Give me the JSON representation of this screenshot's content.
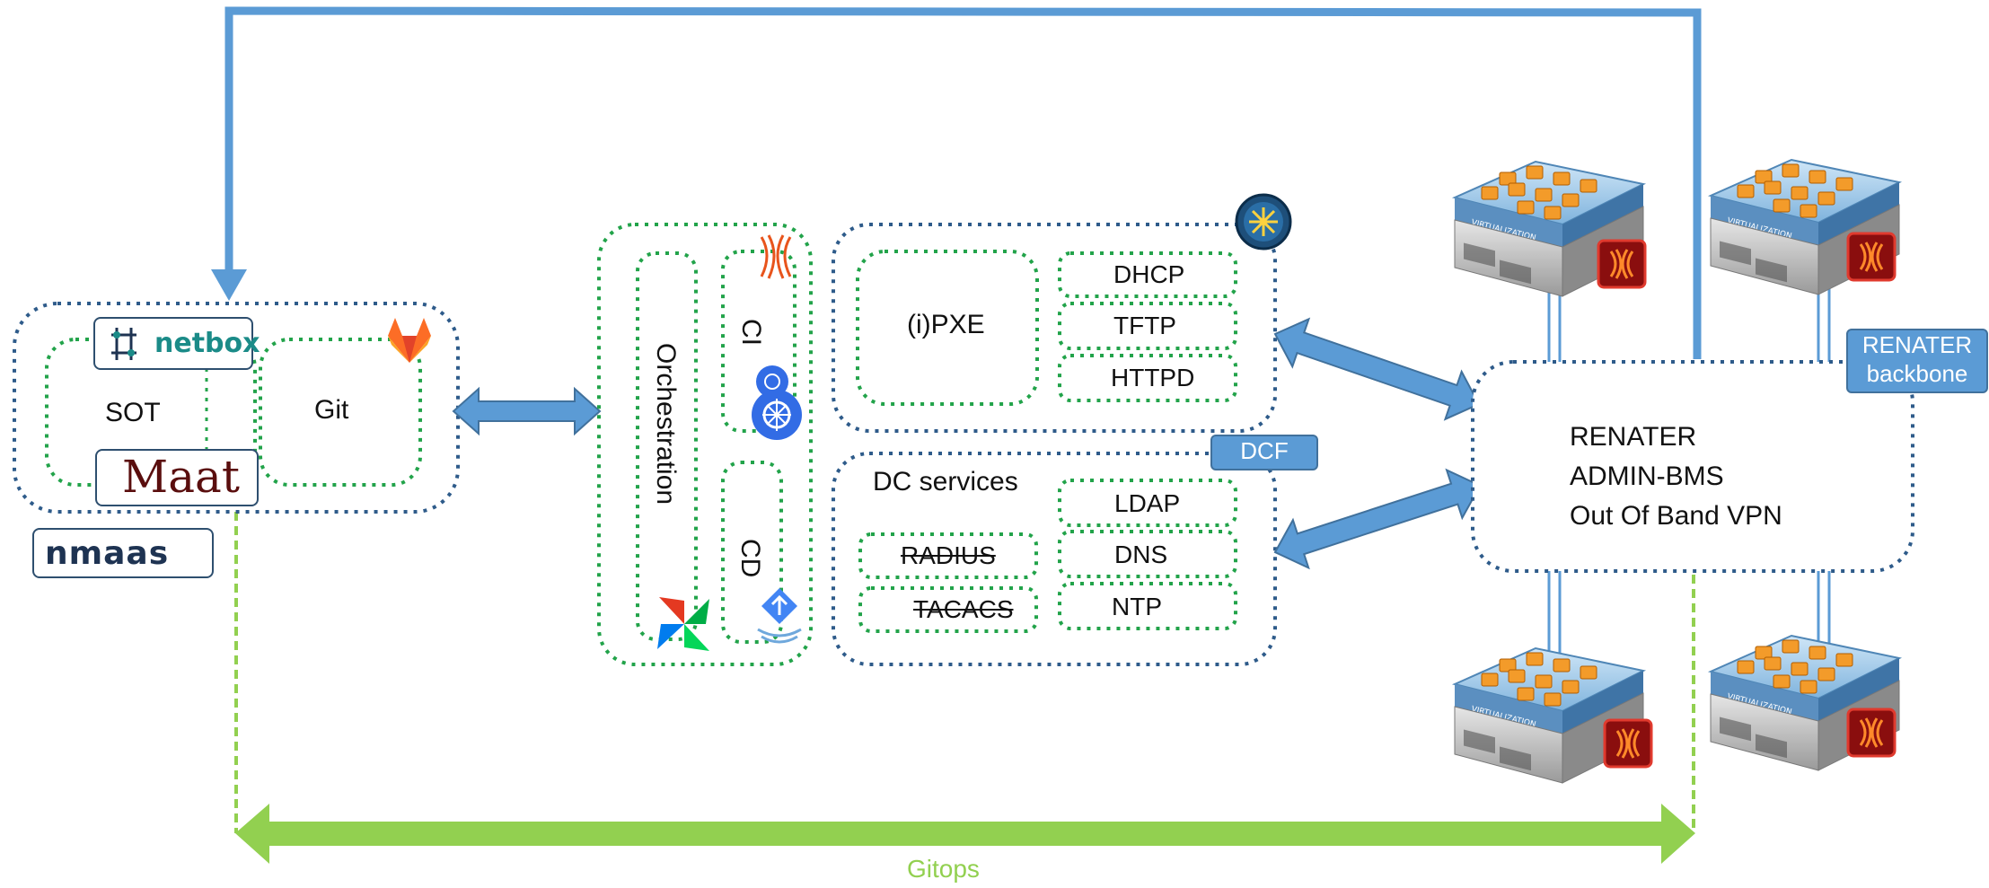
{
  "labels": {
    "sot": "SOT",
    "git": "Git",
    "orchestration": "Orchestration",
    "ci": "CI",
    "cd": "CD",
    "ipxe": "(i)PXE",
    "dhcp": "DHCP",
    "tftp": "TFTP",
    "httpd": "HTTPD",
    "dc_services": "DC services",
    "ldap": "LDAP",
    "dns": "DNS",
    "ntp": "NTP",
    "radius": "RADIUS",
    "tacacs": "TACACS",
    "dcf": "DCF",
    "renater_line1": "RENATER",
    "renater_line2": "ADMIN-BMS",
    "renater_line3": "Out Of Band VPN",
    "backbone_line1": "RENATER",
    "backbone_line2": "backbone",
    "gitops": "Gitops"
  },
  "logos": {
    "netbox": "netbox",
    "maat": "Maat",
    "nmaas": "nmaas",
    "server_label": "VIRTUALIZATION"
  },
  "icons": [
    "netbox-icon",
    "gitlab-icon",
    "airflow-icon",
    "argo-icon",
    "kubernetes-icon",
    "tinkerbell-icon",
    "smartos-icon",
    "virtualization-server-icon"
  ],
  "colors": {
    "dotted_blue": "#2e5b8a",
    "dotted_green": "#22a34a",
    "arrow_blue": "#5b9bd5",
    "gitops_green": "#92d050",
    "tag_blue": "#5b9bd5"
  }
}
